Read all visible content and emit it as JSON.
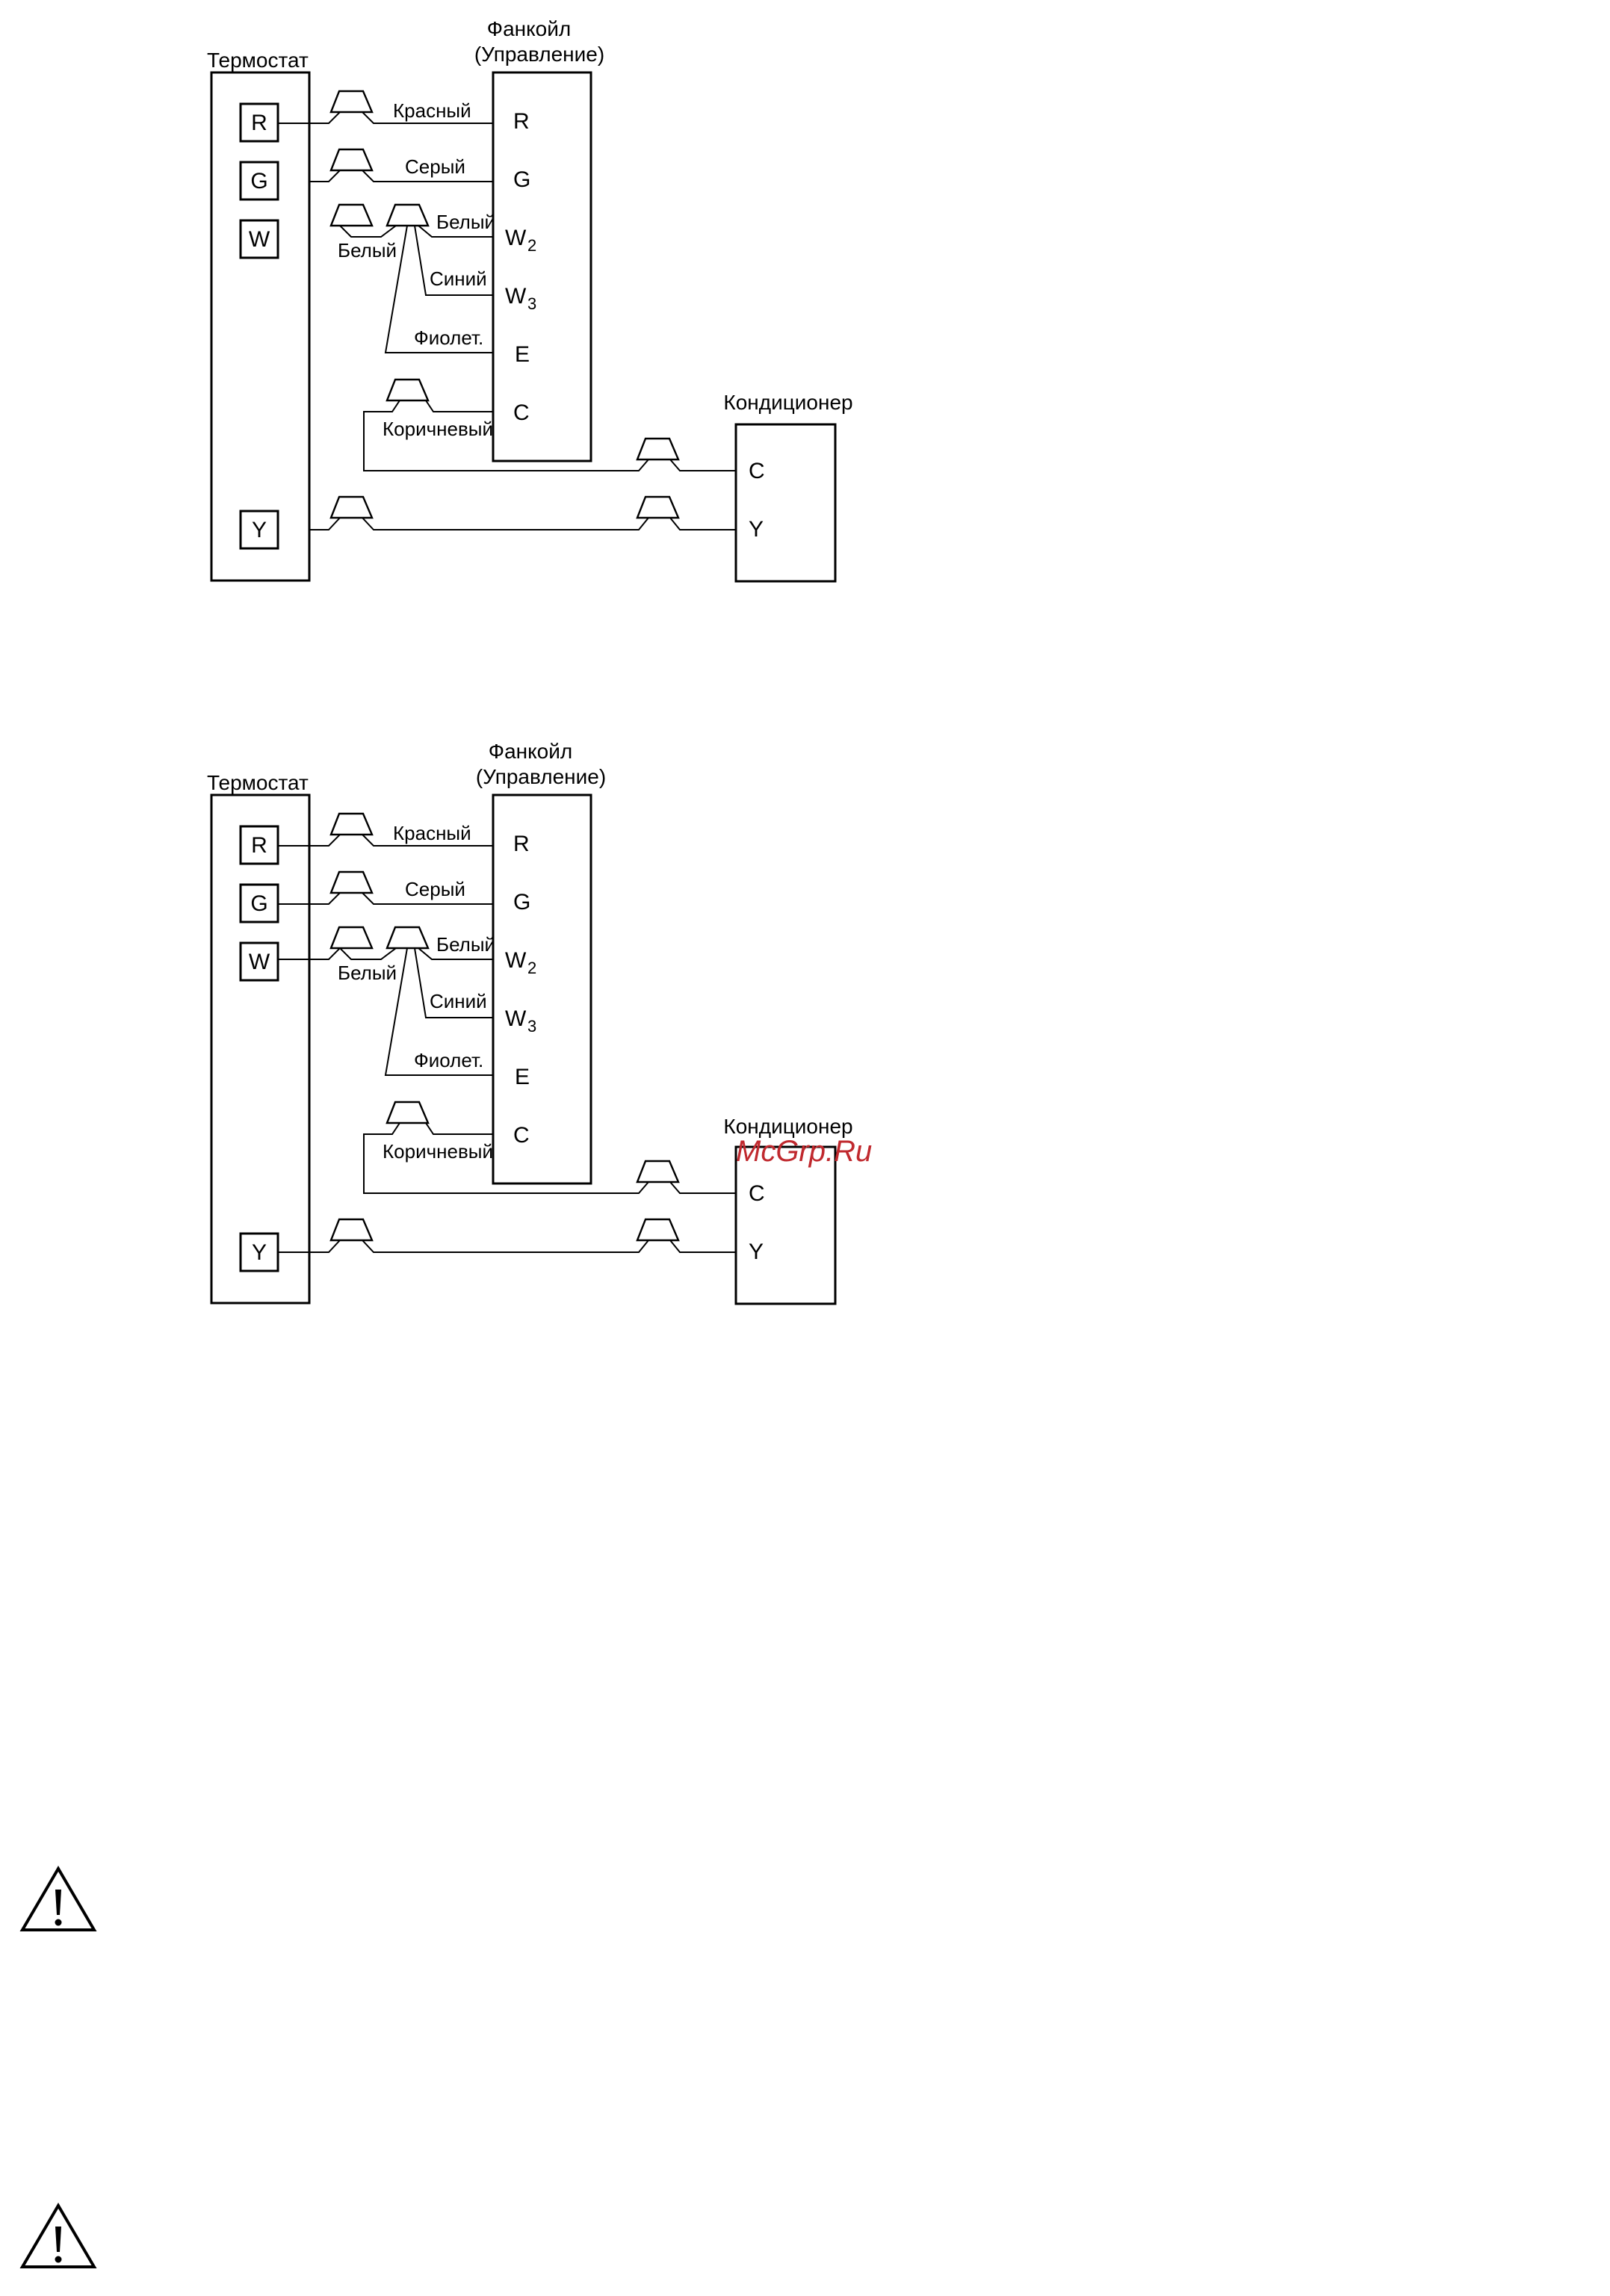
{
  "diagrams": [
    {
      "thermostat_label": "Термостат",
      "fancoil_label_1": "Фанкойл",
      "fancoil_label_2": "(Управление)",
      "condenser_label": "Кондиционер",
      "thermostat_terminals": [
        "R",
        "G",
        "W",
        "Y"
      ],
      "fancoil_terminals": {
        "r": "R",
        "g": "G",
        "w2_main": "W",
        "w2_sub": "2",
        "w3_main": "W",
        "w3_sub": "3",
        "e": "E",
        "c": "C"
      },
      "condenser_terminals": [
        "C",
        "Y"
      ],
      "wires": {
        "red": "Красный",
        "gray": "Серый",
        "white_left": "Белый",
        "white_right": "Белый",
        "blue": "Синий",
        "violet": "Фиолет.",
        "brown": "Коричневый"
      },
      "w_terminal_connected": false
    },
    {
      "thermostat_label": "Термостат",
      "fancoil_label_1": "Фанкойл",
      "fancoil_label_2": "(Управление)",
      "condenser_label": "Кондиционер",
      "thermostat_terminals": [
        "R",
        "G",
        "W",
        "Y"
      ],
      "fancoil_terminals": {
        "r": "R",
        "g": "G",
        "w2_main": "W",
        "w2_sub": "2",
        "w3_main": "W",
        "w3_sub": "3",
        "e": "E",
        "c": "C"
      },
      "condenser_terminals": [
        "C",
        "Y"
      ],
      "wires": {
        "red": "Красный",
        "gray": "Серый",
        "white_left": "Белый",
        "white_right": "Белый",
        "blue": "Синий",
        "violet": "Фиолет.",
        "brown": "Коричневый"
      },
      "w_terminal_connected": true
    }
  ],
  "watermark": "McGrp.Ru",
  "warning_icons": [
    "warning-triangle-icon",
    "warning-triangle-icon"
  ],
  "colors": {
    "line": "#000000",
    "watermark": "#c0292e",
    "background": "#ffffff"
  }
}
